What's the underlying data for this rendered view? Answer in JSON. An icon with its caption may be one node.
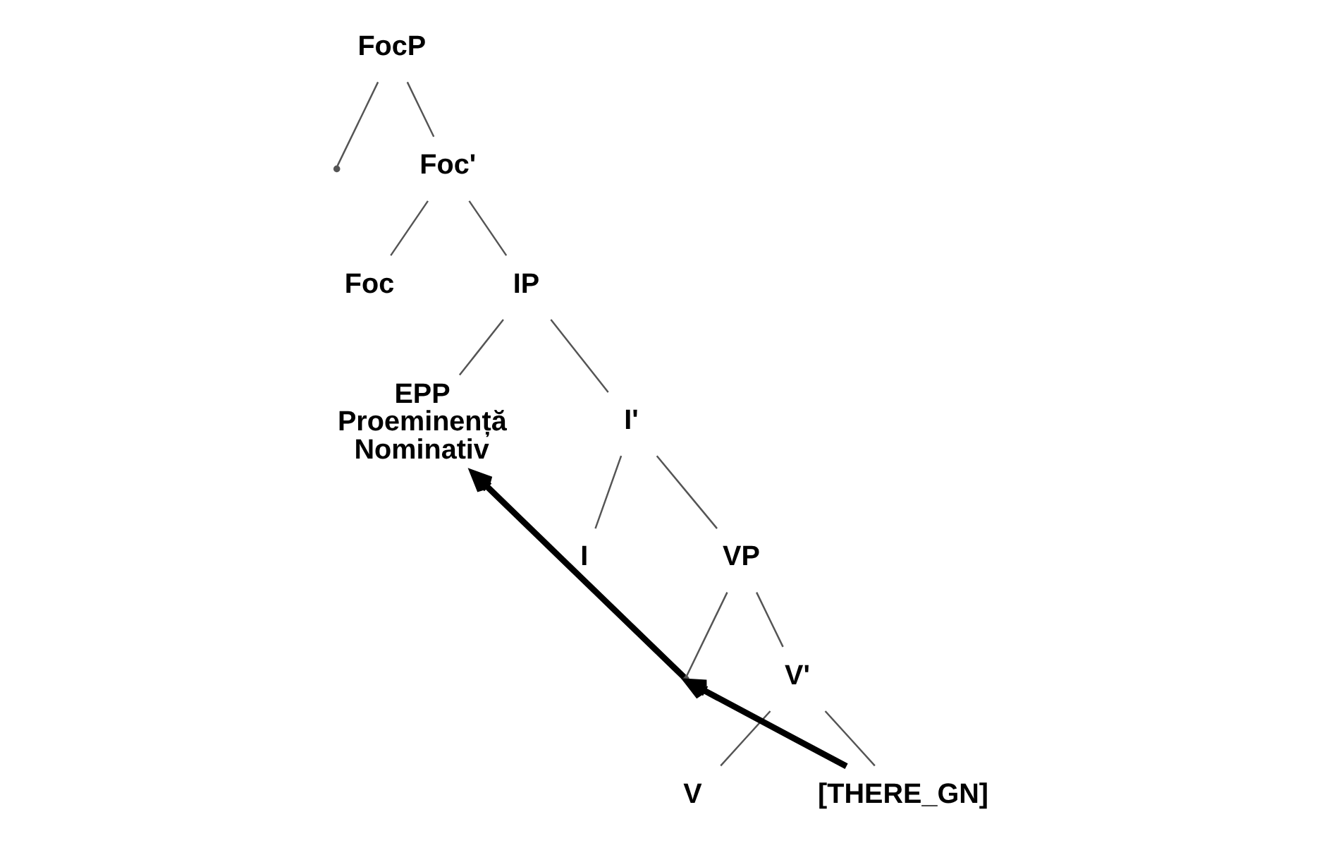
{
  "diagram": {
    "nodes": [
      {
        "text": [
          "FocP"
        ]
      },
      {
        "text": [],
        "shape": "point"
      },
      {
        "text": [
          "Foc'"
        ]
      },
      {
        "text": [
          "Foc"
        ]
      },
      {
        "text": [
          "IP"
        ]
      },
      {
        "text": [
          "EPP",
          "Proeminență",
          "Nominativ"
        ]
      },
      {
        "text": [
          "I'"
        ]
      },
      {
        "text": [
          "I"
        ]
      },
      {
        "text": [
          "VP"
        ]
      },
      {
        "text": [],
        "shape": "point"
      },
      {
        "text": [
          "V'"
        ]
      },
      {
        "text": [
          "V"
        ]
      },
      {
        "text": [
          "[THERE_GN]"
        ]
      }
    ],
    "edges": [
      {
        "from": 0,
        "to": 1,
        "arrow": "none"
      },
      {
        "from": 0,
        "to": 2,
        "arrow": "none"
      },
      {
        "from": 2,
        "to": 3,
        "arrow": "none"
      },
      {
        "from": 2,
        "to": 4,
        "arrow": "none"
      },
      {
        "from": 4,
        "to": 5,
        "arrow": "none"
      },
      {
        "from": 4,
        "to": 6,
        "arrow": "none"
      },
      {
        "from": 6,
        "to": 7,
        "arrow": "none"
      },
      {
        "from": 6,
        "to": 8,
        "arrow": "none"
      },
      {
        "from": 8,
        "to": 9,
        "arrow": "none"
      },
      {
        "from": 8,
        "to": 10,
        "arrow": "none"
      },
      {
        "from": 10,
        "to": 11,
        "arrow": "none"
      },
      {
        "from": 10,
        "to": 12,
        "arrow": "none"
      },
      {
        "from": 12,
        "to": 9,
        "arrow": "to",
        "style": "thick"
      },
      {
        "from": 9,
        "to": 5,
        "arrow": "to",
        "style": "thick"
      }
    ]
  }
}
